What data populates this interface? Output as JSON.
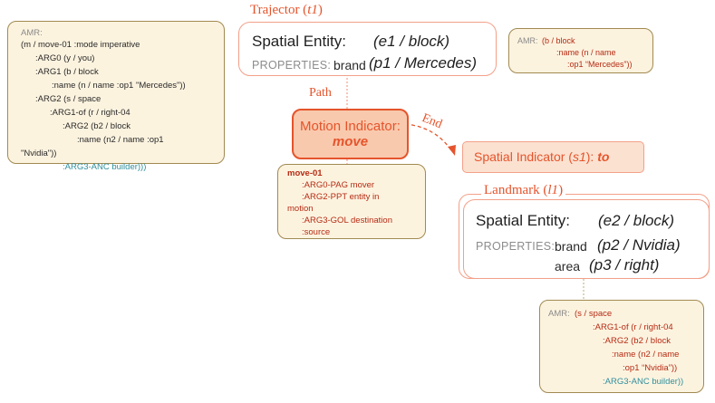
{
  "amr_left": {
    "title": "AMR:",
    "lines": [
      "(m / move-01 :mode imperative",
      ":ARG0 (y / you)",
      ":ARG1 (b / block",
      ":name (n / name :op1 \"Mercedes\"))",
      ":ARG2 (s / space",
      ":ARG1-of (r / right-04",
      ":ARG2 (b2 / block",
      ":name (n2 / name :op1",
      "\"Nvidia\"))",
      ":ARG3-ANC builder)))"
    ]
  },
  "trajector": {
    "title_prefix": "Trajector (",
    "title_var": "t1",
    "title_suffix": ")",
    "entity_label": "Spatial Entity:",
    "entity_value": "(e1 / block)",
    "properties_label": "PROPERTIES:",
    "brand_label": "brand",
    "brand_value": "(p1 / Mercedes)"
  },
  "amr_trajector": {
    "title": "AMR:",
    "line1": "(b / block",
    "line2": ":name (n / name",
    "line3": ":op1 “Mercedes”))"
  },
  "path_label": "Path",
  "end_label": "End",
  "motion": {
    "label": "Motion Indicator:",
    "value": "move"
  },
  "motion_amr": {
    "title": "move-01",
    "lines": [
      ":ARG0-PAG mover",
      ":ARG2-PPT entity in",
      "motion",
      ":ARG3-GOL destination",
      ":source"
    ]
  },
  "spatial_indicator": {
    "label_prefix": "Spatial Indicator (",
    "label_var": "s1",
    "label_suffix": "): ",
    "value": "to"
  },
  "landmark": {
    "title_prefix": "Landmark (",
    "title_var": "l1",
    "title_suffix": ")",
    "entity_label": "Spatial Entity:",
    "entity_value": "(e2 / block)",
    "properties_label": "PROPERTIES:",
    "brand_label": "brand",
    "brand_value": "(p2 / Nvidia)",
    "area_label": "area",
    "area_value": "(p3 / right)"
  },
  "amr_landmark": {
    "title": "AMR:",
    "l1": "(s / space",
    "l2": ":ARG1-of (r / right-04",
    "l3": ":ARG2 (b2 / block",
    "l4": ":name (n2 / name",
    "l5": ":op1 “Nvidia”))",
    "l6": ":ARG3-ANC builder))"
  },
  "colors": {
    "accent": "#e5542c",
    "box_border": "#f3a089",
    "amr_fill": "#fcf3df",
    "motion_fill": "#f9c9ad",
    "spatial_fill": "#fbe1d0"
  }
}
